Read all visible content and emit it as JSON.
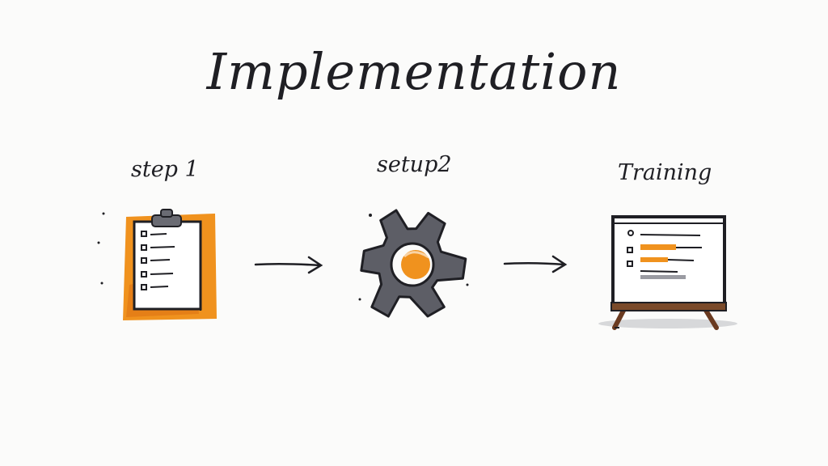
{
  "title": "Implementation",
  "steps": [
    {
      "label": "step 1",
      "icon": "clipboard-checklist-icon"
    },
    {
      "label": "setup2",
      "icon": "gear-icon"
    },
    {
      "label": "Training",
      "icon": "presentation-board-icon"
    }
  ],
  "colors": {
    "ink": "#1f1f24",
    "accent": "#f0921e",
    "gear": "#5d5e66",
    "paper": "#fbfbfa"
  }
}
